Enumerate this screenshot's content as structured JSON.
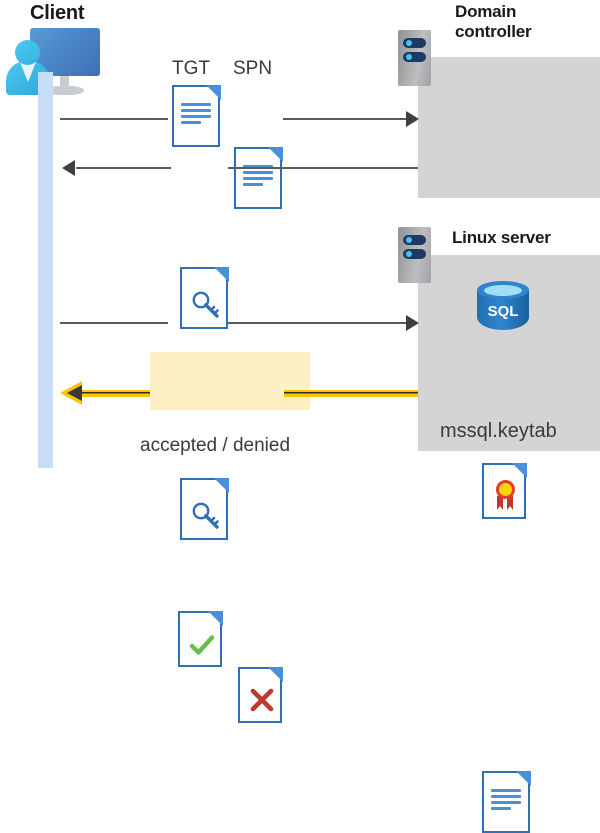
{
  "diagram": {
    "title": "Kerberos authentication flow between client, domain controller and Linux server"
  },
  "actors": {
    "client": {
      "label": "Client",
      "icon": "client-workstation-icon"
    },
    "domain_controller": {
      "label": "Domain\ncontroller",
      "label_line1": "Domain",
      "label_line2": "controller",
      "icon": "server-rack-icon"
    },
    "linux_server": {
      "label": "Linux server",
      "icon": "server-rack-icon"
    }
  },
  "labels": {
    "tgt": "TGT",
    "spn": "SPN",
    "keytab": "mssql.keytab",
    "result": "accepted / denied",
    "sql": "SQL"
  },
  "messages": [
    {
      "id": "m1",
      "from": "client",
      "to": "domain_controller",
      "direction": "right",
      "payload": [
        "TGT",
        "SPN"
      ],
      "icon": "text-document-icon"
    },
    {
      "id": "m2",
      "from": "domain_controller",
      "to": "client",
      "direction": "left",
      "payload": [
        "service ticket"
      ],
      "icon": "key-document-icon"
    },
    {
      "id": "m3",
      "from": "client",
      "to": "linux_server",
      "direction": "right",
      "payload": [
        "service ticket"
      ],
      "icon": "key-document-icon"
    },
    {
      "id": "m4",
      "from": "linux_server",
      "to": "client",
      "direction": "left",
      "payload": [
        "accepted / denied"
      ],
      "icon": "check-document-icon",
      "highlighted": true
    }
  ],
  "server_contents": {
    "domain_controller": [
      {
        "icon": "certificate-document-icon",
        "label": ""
      }
    ],
    "linux_server": [
      {
        "icon": "sql-database-icon",
        "label": "SQL"
      },
      {
        "icon": "text-document-icon",
        "label": "mssql.keytab"
      }
    ]
  },
  "colors": {
    "panel_gray": "#d4d4d4",
    "lifeline_blue": "#c5ddf7",
    "doc_blue": "#2f6fb5",
    "doc_fold_blue": "#4a90d9",
    "arrow_gray": "#3f3f3f",
    "gold_arrow": "#f7c600",
    "highlight_yellow": "#fcf0c4",
    "accept_green": "#67bf4a",
    "deny_red": "#c0392b",
    "sql_blue": "#2f86cf",
    "server_navy": "#1f3864",
    "led_cyan": "#45c3f0",
    "person_cyan": "#35b4e0",
    "monitor_blue": "#4a86c8"
  }
}
